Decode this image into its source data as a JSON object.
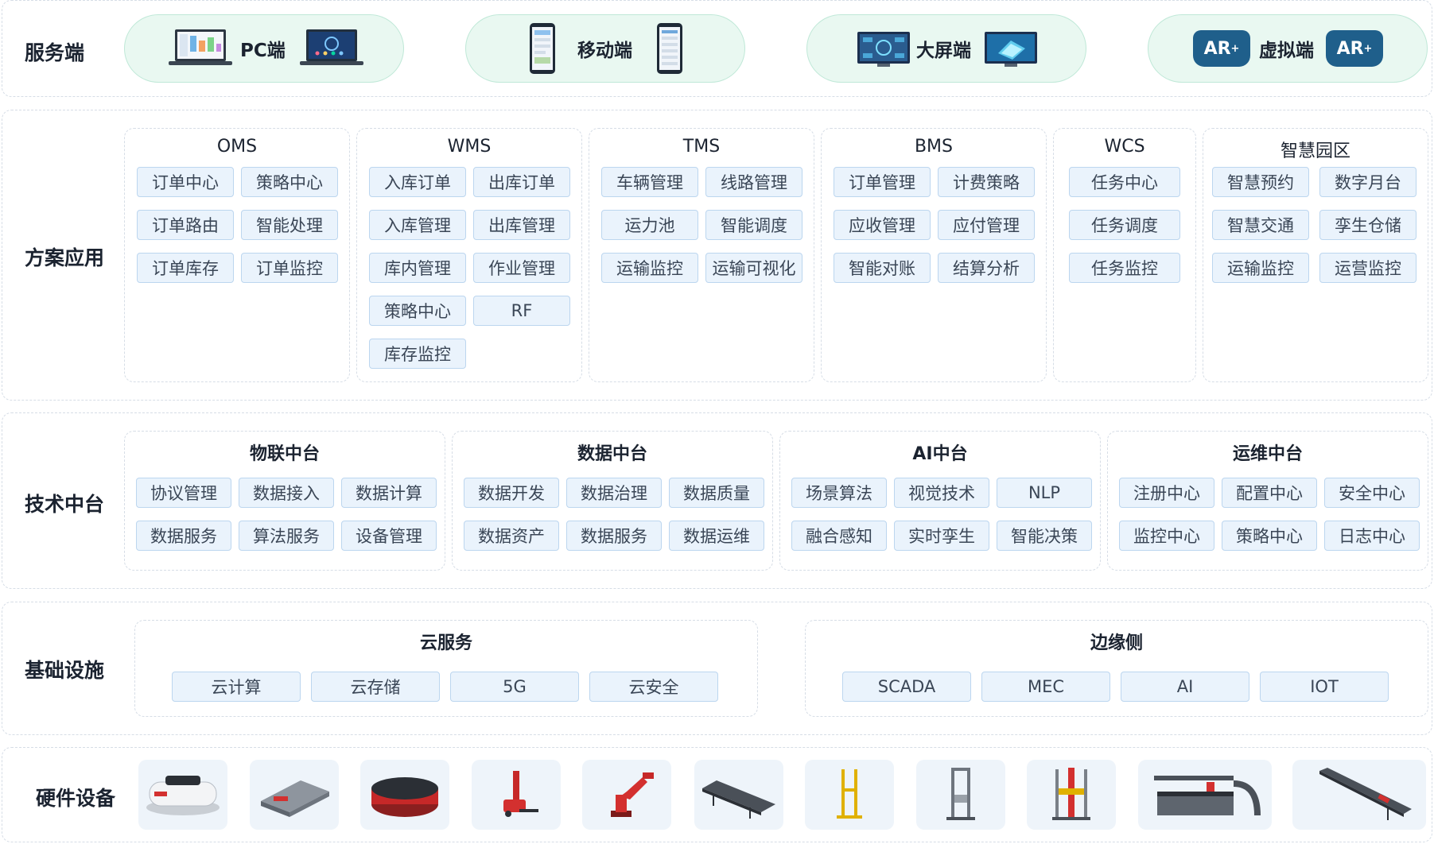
{
  "layers": {
    "service": "服务端",
    "solution": "方案应用",
    "tech": "技术中台",
    "infra": "基础设施",
    "hardware": "硬件设备"
  },
  "service_pills": [
    {
      "label": "PC端",
      "icon": "laptop-icon"
    },
    {
      "label": "移动端",
      "icon": "phone-icon"
    },
    {
      "label": "大屏端",
      "icon": "monitor-icon"
    },
    {
      "label": "虚拟端",
      "icon": "ar-headset-icon"
    }
  ],
  "ar_badge": "AR",
  "ar_plus": "+",
  "solutions": [
    {
      "title": "OMS",
      "items": [
        "订单中心",
        "策略中心",
        "订单路由",
        "智能处理",
        "订单库存",
        "订单监控"
      ]
    },
    {
      "title": "WMS",
      "items": [
        "入库订单",
        "出库订单",
        "入库管理",
        "出库管理",
        "库内管理",
        "作业管理",
        "策略中心",
        "RF",
        "库存监控"
      ]
    },
    {
      "title": "TMS",
      "items": [
        "车辆管理",
        "线路管理",
        "运力池",
        "智能调度",
        "运输监控",
        "运输可视化"
      ]
    },
    {
      "title": "BMS",
      "items": [
        "订单管理",
        "计费策略",
        "应收管理",
        "应付管理",
        "智能对账",
        "结算分析"
      ]
    },
    {
      "title": "WCS",
      "items": [
        "任务中心",
        "任务调度",
        "任务监控"
      ]
    },
    {
      "title": "智慧园区",
      "items": [
        "智慧预约",
        "数字月台",
        "智慧交通",
        "孪生仓储",
        "运输监控",
        "运营监控"
      ]
    }
  ],
  "tech": [
    {
      "title": "物联中台",
      "items": [
        "协议管理",
        "数据接入",
        "数据计算",
        "数据服务",
        "算法服务",
        "设备管理"
      ]
    },
    {
      "title": "数据中台",
      "items": [
        "数据开发",
        "数据治理",
        "数据质量",
        "数据资产",
        "数据服务",
        "数据运维"
      ]
    },
    {
      "title": "AI中台",
      "items": [
        "场景算法",
        "视觉技术",
        "NLP",
        "融合感知",
        "实时孪生",
        "智能决策"
      ]
    },
    {
      "title": "运维中台",
      "items": [
        "注册中心",
        "配置中心",
        "安全中心",
        "监控中心",
        "策略中心",
        "日志中心"
      ]
    }
  ],
  "infra": [
    {
      "title": "云服务",
      "items": [
        "云计算",
        "云存储",
        "5G",
        "云安全"
      ]
    },
    {
      "title": "边缘侧",
      "items": [
        "SCADA",
        "MEC",
        "AI",
        "IOT"
      ]
    }
  ],
  "hardware": [
    "agv-robot-icon",
    "pallet-shuttle-icon",
    "red-agv-icon",
    "electric-forklift-icon",
    "industrial-robot-arm-icon",
    "conveyor-icon",
    "vertical-lift-icon",
    "stacker-crane-icon",
    "shelf-lift-icon",
    "sorting-line-icon",
    "extending-conveyor-icon"
  ],
  "colors": {
    "accent": "#1f5f8b",
    "chip_bg": "#eaf3fc",
    "pill_bg": "#e9f8f1",
    "brand_red": "#d3302f"
  }
}
